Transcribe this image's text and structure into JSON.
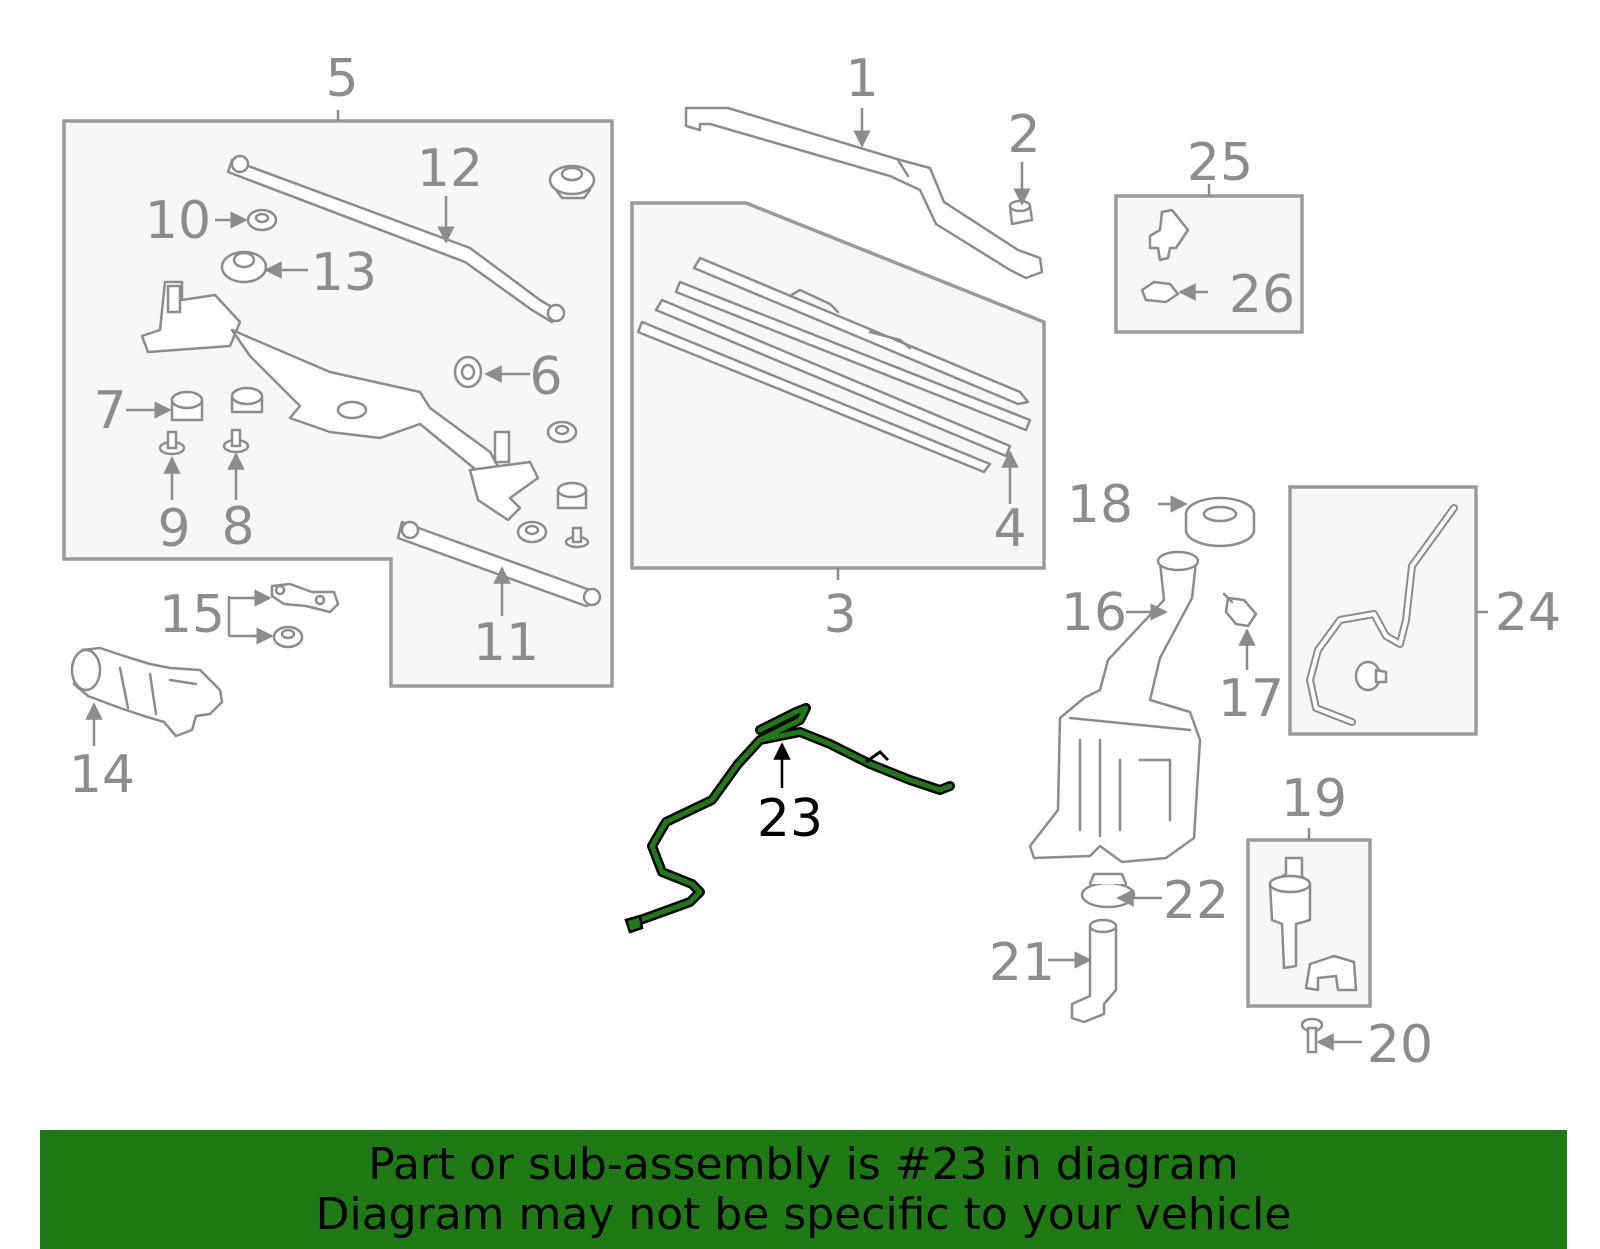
{
  "diagram": {
    "highlighted_part": "23",
    "highlight_color": "#1f7a15",
    "line_color": "#8c8c8c",
    "callouts": [
      "1",
      "2",
      "3",
      "4",
      "5",
      "6",
      "7",
      "8",
      "9",
      "10",
      "11",
      "12",
      "13",
      "14",
      "15",
      "16",
      "17",
      "18",
      "19",
      "20",
      "21",
      "22",
      "23",
      "24",
      "25",
      "26"
    ]
  },
  "banner": {
    "line1": "Part or sub-assembly is #23 in diagram",
    "line2": "Diagram may not be specific to your vehicle",
    "background": "#1f7a15"
  }
}
